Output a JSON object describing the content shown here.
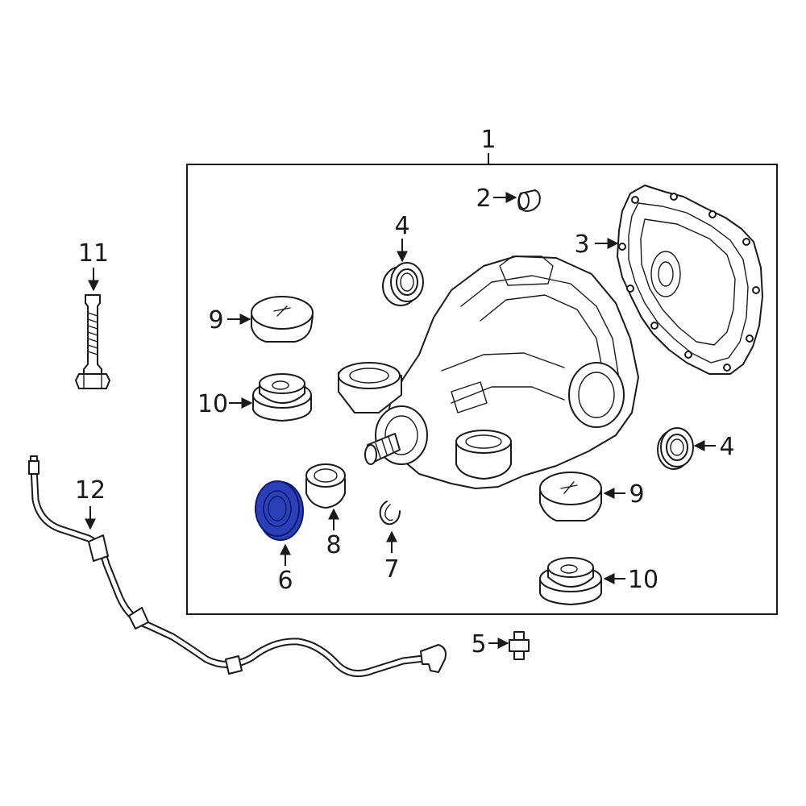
{
  "colors": {
    "line": "#1a1a1a",
    "background": "#ffffff",
    "highlight_fill": "#2a3fb8",
    "highlight_stroke": "#0d1a6e"
  },
  "highlighted_part": "6",
  "callouts": {
    "c1": "1",
    "c2": "2",
    "c3": "3",
    "c4a": "4",
    "c4b": "4",
    "c5": "5",
    "c6": "6",
    "c7": "7",
    "c8": "8",
    "c9a": "9",
    "c9b": "9",
    "c10a": "10",
    "c10b": "10",
    "c11": "11",
    "c12": "12"
  }
}
